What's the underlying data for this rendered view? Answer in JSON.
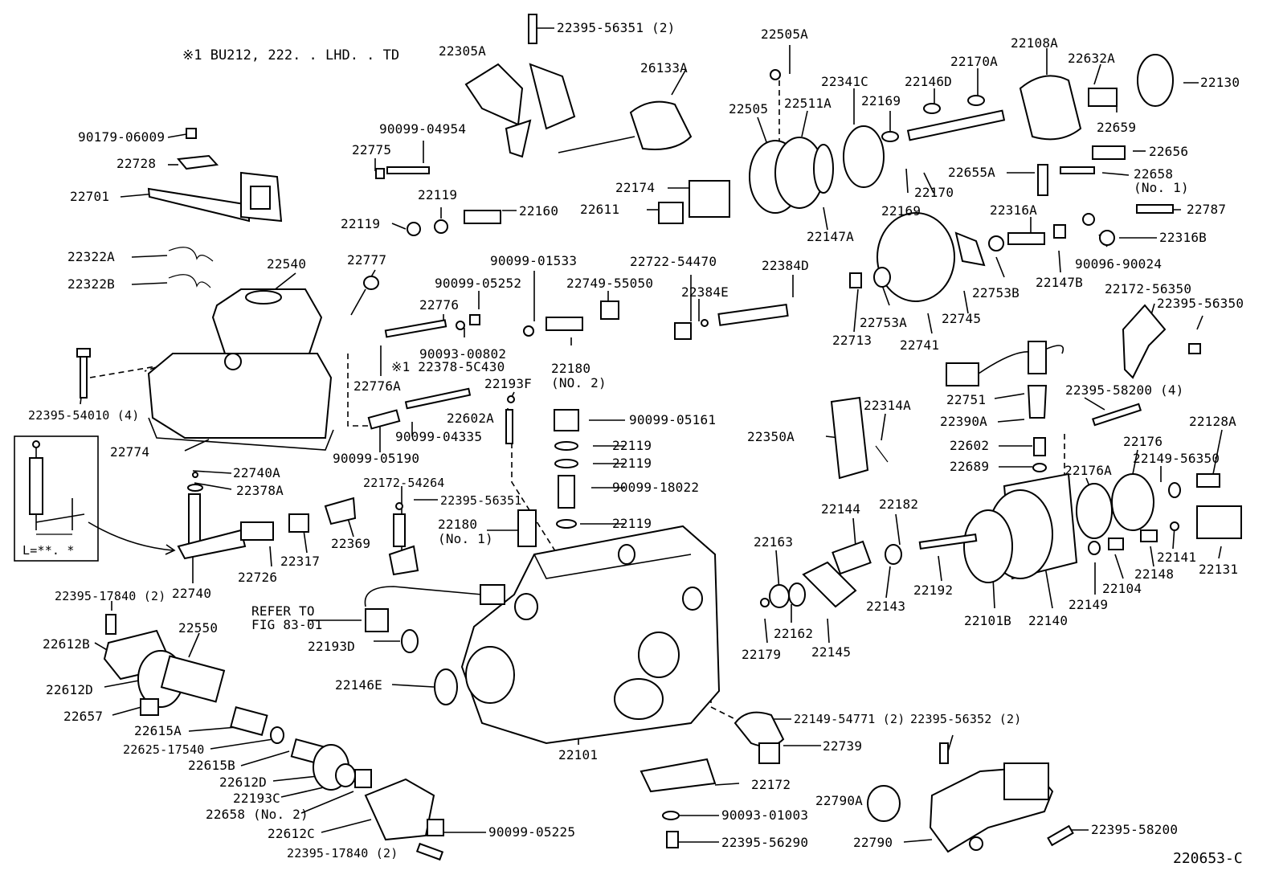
{
  "note": "※1 BU212, 222. . LHD. . TD",
  "diagram_code": "220653-C",
  "inset_label": "L=**. *",
  "refer_label": "REFER TO\nFIG 83-01",
  "labels": [
    "22395-56351 (2)",
    "22305A",
    "26133A",
    "22505A",
    "22108A",
    "22170A",
    "22632A",
    "22146D",
    "22341C",
    "22130",
    "90179-06009",
    "22728",
    "22701",
    "90099-04954",
    "22775",
    "22119",
    "22119",
    "22160",
    "22505",
    "22511A",
    "22169",
    "22659",
    "22656",
    "22655A",
    "22658",
    "(No. 1)",
    "22174",
    "22611",
    "22170",
    "22169",
    "22147A",
    "22787",
    "22316A",
    "22316B",
    "22322A",
    "22322B",
    "22540",
    "22777",
    "90099-01533",
    "22722-54470",
    "22384D",
    "90099-05252",
    "22749-55050",
    "22776",
    "22384E",
    "90096-90024",
    "22147B",
    "22753B",
    "22753A",
    "22745",
    "22713",
    "22741",
    "22172-56350",
    "22395-56350",
    "90093-00802",
    "※1 22378-5C430",
    "22180",
    "(NO. 2)",
    "22776A",
    "22395-54010 (4)",
    "22193F",
    "22602A",
    "90099-05161",
    "22751",
    "22395-58200 (4)",
    "22128A",
    "22390A",
    "22314A",
    "22350A",
    "22176",
    "22602",
    "22689",
    "22176A",
    "22149-56350",
    "22119",
    "22119",
    "90099-18022",
    "22119",
    "22774",
    "90099-04335",
    "90099-05190",
    "22740A",
    "22378A",
    "22172-54264",
    "22395-56351",
    "22180",
    "(No. 1)",
    "22144",
    "22182",
    "22163",
    "22369",
    "22317",
    "22726",
    "22740",
    "22192",
    "22143",
    "22101B",
    "22140",
    "22141",
    "22148",
    "22104",
    "22131",
    "22149",
    "22395-17840 (2)",
    "22550",
    "22612B",
    "22612D",
    "22193D",
    "22146E",
    "22162",
    "22179",
    "22145",
    "22657",
    "22615A",
    "22625-17540",
    "22615B",
    "22612D",
    "22193C",
    "22658 (No. 2)",
    "22612C",
    "22395-17840 (2)",
    "90099-05225",
    "22101",
    "22149-54771 (2)",
    "22739",
    "22395-56352 (2)",
    "22172",
    "90093-01003",
    "22395-56290",
    "22790A",
    "22790",
    "22395-58200"
  ]
}
